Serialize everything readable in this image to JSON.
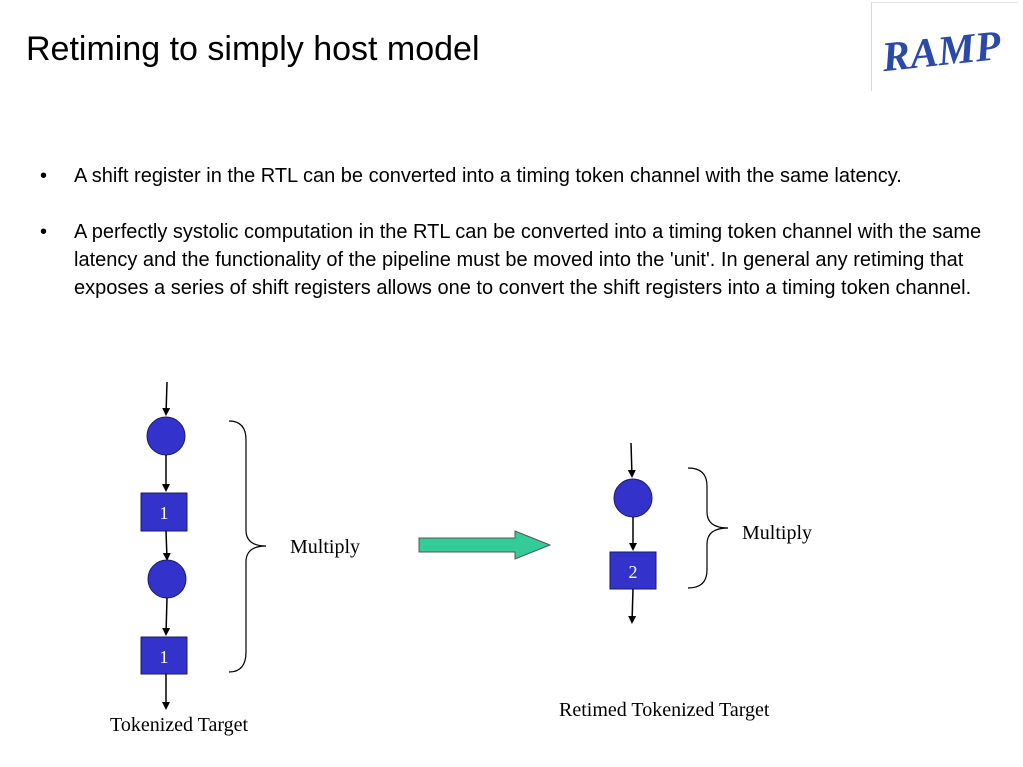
{
  "slide": {
    "title": "Retiming to simply host model",
    "logo_text": "RAMP"
  },
  "bullets": [
    {
      "marker": "•",
      "text": "A shift register in the RTL can be converted into a timing token channel with the same latency."
    },
    {
      "marker": "•",
      "text": "A perfectly systolic computation in the RTL can be converted into a timing token channel with the same latency and the functionality of the pipeline must be moved into the 'unit'. In general any retiming that exposes a series of shift registers allows one to convert the shift registers into a timing token channel."
    }
  ],
  "diagram": {
    "left": {
      "box1": "1",
      "box2": "1",
      "brace_label": "Multiply",
      "caption": "Tokenized Target"
    },
    "right": {
      "box": "2",
      "brace_label": "Multiply",
      "caption": "Retimed Tokenized Target"
    },
    "colors": {
      "node_fill": "#3333cc",
      "node_stroke": "#1a1a66",
      "arrow_fill": "#33cc99",
      "logo_blue": "#2a4aa8"
    }
  }
}
